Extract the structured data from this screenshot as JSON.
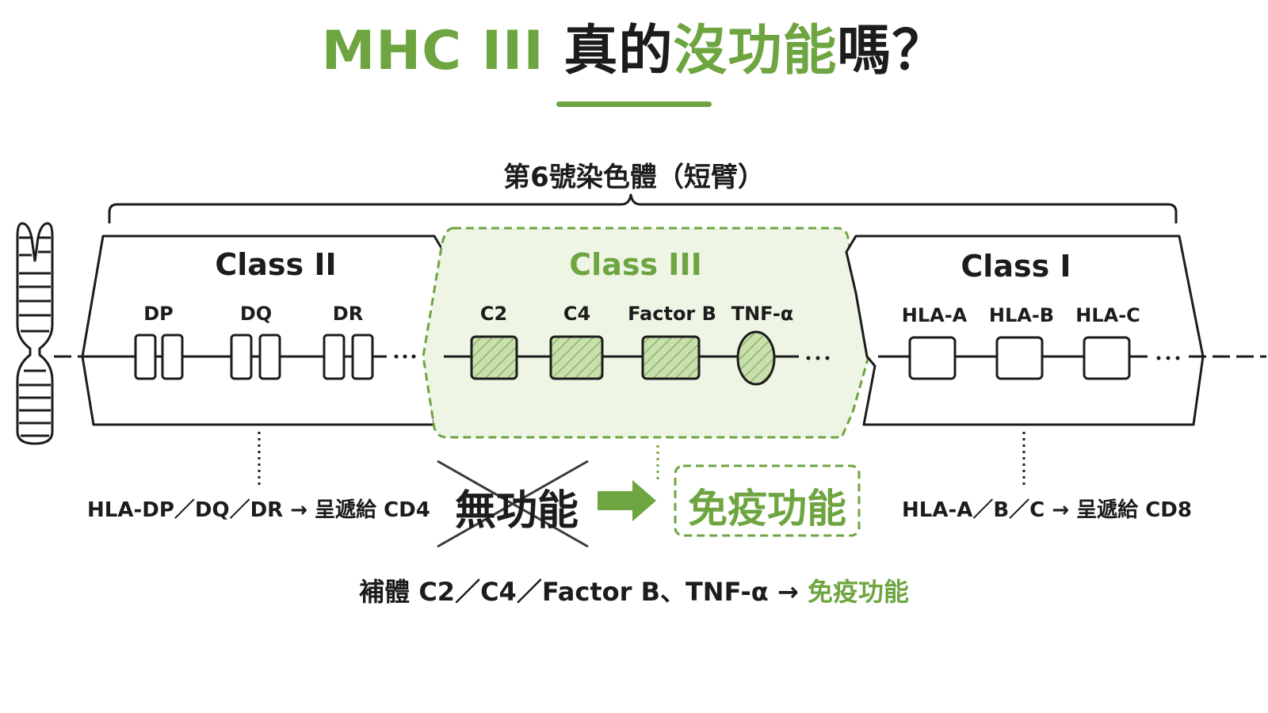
{
  "title": {
    "part1": "MHC III",
    "part2": "真的",
    "part3": "沒功能",
    "part4": "嗎？",
    "accent_color": "#6ea540"
  },
  "chromosome": {
    "label": "第6號染色體（短臂）",
    "icon": "chromosome-icon"
  },
  "classes": {
    "class2": {
      "title": "Class II",
      "genes": [
        "DP",
        "DQ",
        "DR"
      ],
      "note": "HLA-DP／DQ／DR → 呈遞給 CD4"
    },
    "class3": {
      "title": "Class III",
      "genes": [
        "C2",
        "C4",
        "Factor B",
        "TNF-α"
      ],
      "no_function": "無功能",
      "immune_function": "免疫功能"
    },
    "class1": {
      "title": "Class I",
      "genes": [
        "HLA-A",
        "HLA-B",
        "HLA-C"
      ],
      "note": "HLA-A／B／C → 呈遞給 CD8"
    }
  },
  "summary": {
    "text": "補體 C2／C4／Factor B、TNF-α → ",
    "highlight": "免疫功能"
  },
  "ellipsis": "…"
}
